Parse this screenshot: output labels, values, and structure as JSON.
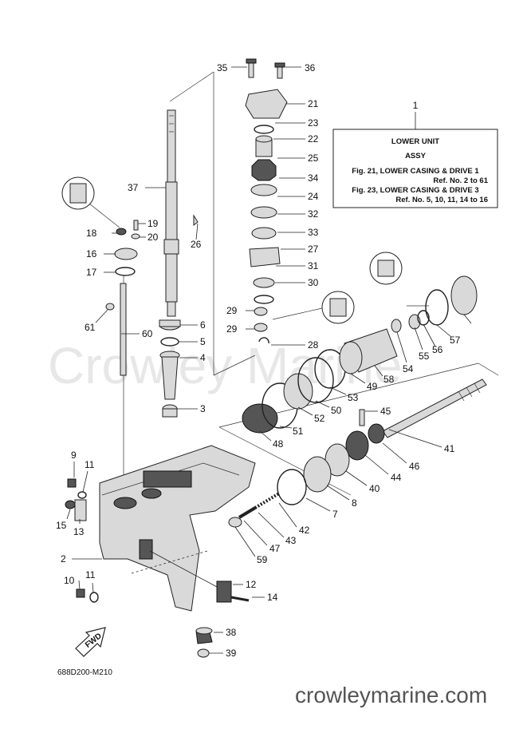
{
  "watermark": "Crowley Marine",
  "footer_url": "crowleymarine.com",
  "diagram_code": "688D200-M210",
  "fwd_label": "FWD",
  "info_box": {
    "ref": "1",
    "title1": "LOWER UNIT",
    "title2": "ASSY",
    "line1": "Fig. 21, LOWER CASING & DRIVE 1",
    "line2": "Ref. No. 2 to 61",
    "line3": "Fig. 23, LOWER CASING & DRIVE 3",
    "line4": "Ref. No. 5, 10, 11, 14 to 16"
  },
  "callouts": [
    "35",
    "36",
    "21",
    "23",
    "22",
    "25",
    "34",
    "24",
    "32",
    "33",
    "27",
    "31",
    "30",
    "29",
    "29",
    "28",
    "37",
    "19",
    "18",
    "20",
    "26",
    "16",
    "17",
    "61",
    "60",
    "6",
    "5",
    "4",
    "3",
    "9",
    "11",
    "15",
    "13",
    "2",
    "10",
    "11",
    "12",
    "14",
    "38",
    "39",
    "45",
    "41",
    "46",
    "44",
    "40",
    "8",
    "7",
    "42",
    "43",
    "47",
    "59",
    "48",
    "51",
    "52",
    "50",
    "53",
    "49",
    "58",
    "54",
    "55",
    "56",
    "57"
  ]
}
